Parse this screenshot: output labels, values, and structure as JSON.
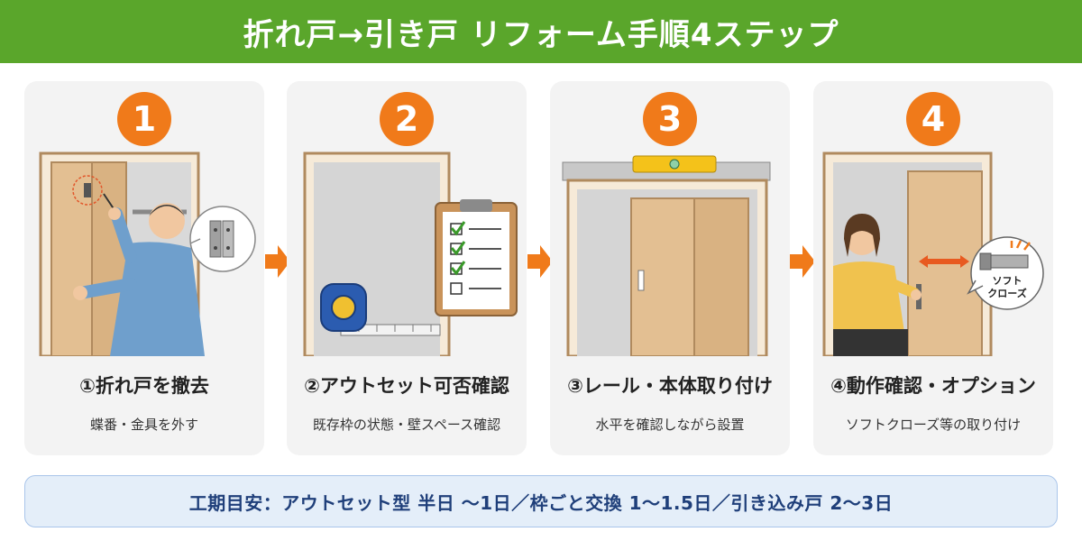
{
  "header": {
    "title": "折れ戸→引き戸 リフォーム手順4ステップ"
  },
  "steps": [
    {
      "number": "1",
      "title": "①折れ戸を撤去",
      "subtitle": "蝶番・金具を外す"
    },
    {
      "number": "2",
      "title": "②アウトセット可否確認",
      "subtitle": "既存枠の状態・壁スペース確認"
    },
    {
      "number": "3",
      "title": "③レール・本体取り付け",
      "subtitle": "水平を確認しながら設置"
    },
    {
      "number": "4",
      "title": "④動作確認・オプション",
      "subtitle": "ソフトクローズ等の取り付け",
      "bubble_line1": "ソフト",
      "bubble_line2": "クローズ"
    }
  ],
  "footer": {
    "text": "工期目安：アウトセット型 半日 〜1日／枠ごと交換 1〜1.5日／引き込み戸 2〜3日"
  },
  "colors": {
    "header_green": "#5aa62b",
    "step_orange": "#f07a1a",
    "footer_blue": "#1f3f7a",
    "footer_bg": "#e4eef9",
    "wood": "#e8c9a0"
  }
}
